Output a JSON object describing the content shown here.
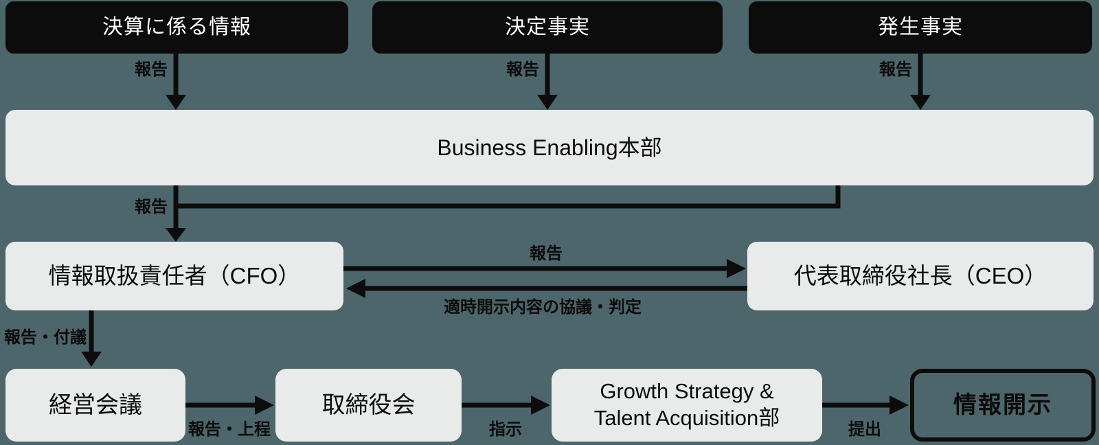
{
  "colors": {
    "background": "#4d666b",
    "box-dark": "#0c0c0c",
    "box-light": "#e9eaea",
    "ink": "#0c0c0c",
    "text-on-dark": "#ffffff"
  },
  "top_boxes": [
    {
      "label": "決算に係る情報",
      "arrow_label": "報告"
    },
    {
      "label": "決定事実",
      "arrow_label": "報告"
    },
    {
      "label": "発生事実",
      "arrow_label": "報告"
    }
  ],
  "hub": {
    "label": "Business Enabling本部",
    "down_arrow_label": "報告"
  },
  "officers": {
    "cfo": {
      "label": "情報取扱責任者（CFO）"
    },
    "ceo": {
      "label": "代表取締役社長（CEO）"
    },
    "to_ceo_arrow_label": "報告",
    "to_cfo_arrow_label": "適時開示内容の協議・判定",
    "cfo_down_arrow_label": "報告・付議"
  },
  "bottom_row": {
    "management_meeting": {
      "label": "経営会議"
    },
    "board": {
      "label": "取締役会"
    },
    "gsta": {
      "label_line1": "Growth Strategy &",
      "label_line2": "Talent Acquisition部"
    },
    "disclosure": {
      "label": "情報開示"
    },
    "arrow_labels": {
      "to_board": "報告・上程",
      "to_gsta": "指示",
      "to_disclosure": "提出"
    }
  }
}
